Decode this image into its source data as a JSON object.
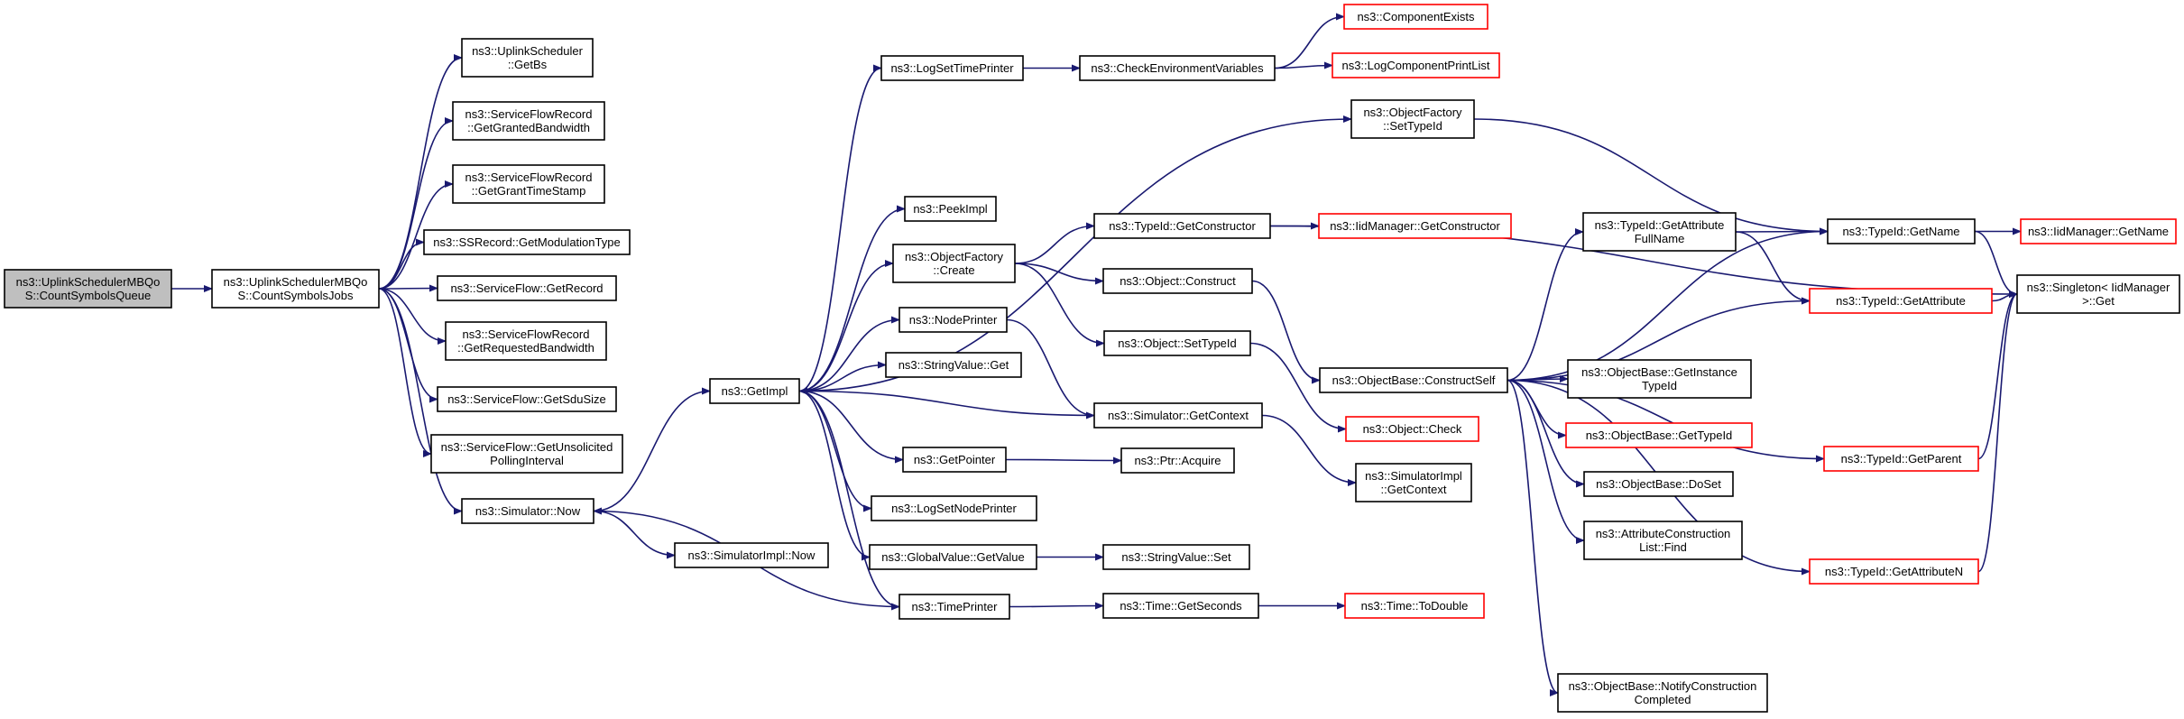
{
  "colors": {
    "edge": "#191970",
    "root_fill": "#bfbfbf",
    "node_fill": "#ffffff",
    "node_border": "#000000",
    "truncated_border": "#ff0000"
  },
  "nodes": [
    {
      "id": "root",
      "lines": [
        "ns3::UplinkSchedulerMBQo",
        "S::CountSymbolsQueue"
      ],
      "kind": "root"
    },
    {
      "id": "csj",
      "lines": [
        "ns3::UplinkSchedulerMBQo",
        "S::CountSymbolsJobs"
      ],
      "kind": "normal"
    },
    {
      "id": "getbs",
      "lines": [
        "ns3::UplinkScheduler",
        "::GetBs"
      ],
      "kind": "normal"
    },
    {
      "id": "ggbw",
      "lines": [
        "ns3::ServiceFlowRecord",
        "::GetGrantedBandwidth"
      ],
      "kind": "normal"
    },
    {
      "id": "ggts",
      "lines": [
        "ns3::ServiceFlowRecord",
        "::GetGrantTimeStamp"
      ],
      "kind": "normal"
    },
    {
      "id": "ssmod",
      "lines": [
        "ns3::SSRecord::GetModulationType"
      ],
      "kind": "normal"
    },
    {
      "id": "sfrec",
      "lines": [
        "ns3::ServiceFlow::GetRecord"
      ],
      "kind": "normal"
    },
    {
      "id": "grbw",
      "lines": [
        "ns3::ServiceFlowRecord",
        "::GetRequestedBandwidth"
      ],
      "kind": "normal"
    },
    {
      "id": "sdu",
      "lines": [
        "ns3::ServiceFlow::GetSduSize"
      ],
      "kind": "normal"
    },
    {
      "id": "upi",
      "lines": [
        "ns3::ServiceFlow::GetUnsolicited",
        "PollingInterval"
      ],
      "kind": "normal"
    },
    {
      "id": "simnow",
      "lines": [
        "ns3::Simulator::Now"
      ],
      "kind": "normal"
    },
    {
      "id": "getimpl",
      "lines": [
        "ns3::GetImpl"
      ],
      "kind": "normal"
    },
    {
      "id": "simimplnow",
      "lines": [
        "ns3::SimulatorImpl::Now"
      ],
      "kind": "normal"
    },
    {
      "id": "logtp",
      "lines": [
        "ns3::LogSetTimePrinter"
      ],
      "kind": "normal"
    },
    {
      "id": "peek",
      "lines": [
        "ns3::PeekImpl"
      ],
      "kind": "normal"
    },
    {
      "id": "ofcreate",
      "lines": [
        "ns3::ObjectFactory",
        "::Create"
      ],
      "kind": "normal"
    },
    {
      "id": "nodeprinter",
      "lines": [
        "ns3::NodePrinter"
      ],
      "kind": "normal"
    },
    {
      "id": "svget",
      "lines": [
        "ns3::StringValue::Get"
      ],
      "kind": "normal"
    },
    {
      "id": "getptr",
      "lines": [
        "ns3::GetPointer"
      ],
      "kind": "normal"
    },
    {
      "id": "lognp",
      "lines": [
        "ns3::LogSetNodePrinter"
      ],
      "kind": "normal"
    },
    {
      "id": "gvget",
      "lines": [
        "ns3::GlobalValue::GetValue"
      ],
      "kind": "normal"
    },
    {
      "id": "timeprinter",
      "lines": [
        "ns3::TimePrinter"
      ],
      "kind": "normal"
    },
    {
      "id": "checkenv",
      "lines": [
        "ns3::CheckEnvironmentVariables"
      ],
      "kind": "normal"
    },
    {
      "id": "compexists",
      "lines": [
        "ns3::ComponentExists"
      ],
      "kind": "truncated"
    },
    {
      "id": "logcpl",
      "lines": [
        "ns3::LogComponentPrintList"
      ],
      "kind": "truncated"
    },
    {
      "id": "ofsettid",
      "lines": [
        "ns3::ObjectFactory",
        "::SetTypeId"
      ],
      "kind": "normal"
    },
    {
      "id": "tidgetctor",
      "lines": [
        "ns3::TypeId::GetConstructor"
      ],
      "kind": "normal"
    },
    {
      "id": "iidgetctor",
      "lines": [
        "ns3::IidManager::GetConstructor"
      ],
      "kind": "truncated"
    },
    {
      "id": "objconstruct",
      "lines": [
        "ns3::Object::Construct"
      ],
      "kind": "normal"
    },
    {
      "id": "objsettid",
      "lines": [
        "ns3::Object::SetTypeId"
      ],
      "kind": "normal"
    },
    {
      "id": "simgetctx",
      "lines": [
        "ns3::Simulator::GetContext"
      ],
      "kind": "normal"
    },
    {
      "id": "ptracq",
      "lines": [
        "ns3::Ptr::Acquire"
      ],
      "kind": "normal"
    },
    {
      "id": "svset",
      "lines": [
        "ns3::StringValue::Set"
      ],
      "kind": "normal"
    },
    {
      "id": "timegetsec",
      "lines": [
        "ns3::Time::GetSeconds"
      ],
      "kind": "normal"
    },
    {
      "id": "timetodouble",
      "lines": [
        "ns3::Time::ToDouble"
      ],
      "kind": "truncated"
    },
    {
      "id": "obcs",
      "lines": [
        "ns3::ObjectBase::ConstructSelf"
      ],
      "kind": "normal"
    },
    {
      "id": "objcheck",
      "lines": [
        "ns3::Object::Check"
      ],
      "kind": "truncated"
    },
    {
      "id": "simimplctx",
      "lines": [
        "ns3::SimulatorImpl",
        "::GetContext"
      ],
      "kind": "normal"
    },
    {
      "id": "tidgafn",
      "lines": [
        "ns3::TypeId::GetAttribute",
        "FullName"
      ],
      "kind": "normal"
    },
    {
      "id": "obgit",
      "lines": [
        "ns3::ObjectBase::GetInstance",
        "TypeId"
      ],
      "kind": "normal"
    },
    {
      "id": "obgettid",
      "lines": [
        "ns3::ObjectBase::GetTypeId"
      ],
      "kind": "truncated"
    },
    {
      "id": "obdoset",
      "lines": [
        "ns3::ObjectBase::DoSet"
      ],
      "kind": "normal"
    },
    {
      "id": "aclfind",
      "lines": [
        "ns3::AttributeConstruction",
        "List::Find"
      ],
      "kind": "normal"
    },
    {
      "id": "obnotify",
      "lines": [
        "ns3::ObjectBase::NotifyConstruction",
        "Completed"
      ],
      "kind": "normal"
    },
    {
      "id": "tidgetname",
      "lines": [
        "ns3::TypeId::GetName"
      ],
      "kind": "normal"
    },
    {
      "id": "tidgetattr",
      "lines": [
        "ns3::TypeId::GetAttribute"
      ],
      "kind": "truncated"
    },
    {
      "id": "tidgetparent",
      "lines": [
        "ns3::TypeId::GetParent"
      ],
      "kind": "truncated"
    },
    {
      "id": "tidgetattrn",
      "lines": [
        "ns3::TypeId::GetAttributeN"
      ],
      "kind": "truncated"
    },
    {
      "id": "iidgetname",
      "lines": [
        "ns3::IidManager::GetName"
      ],
      "kind": "truncated"
    },
    {
      "id": "singleton",
      "lines": [
        "ns3::Singleton< IidManager",
        ">::Get"
      ],
      "kind": "normal"
    }
  ],
  "edges": [
    [
      "root",
      "csj"
    ],
    [
      "csj",
      "getbs"
    ],
    [
      "csj",
      "ggbw"
    ],
    [
      "csj",
      "ggts"
    ],
    [
      "csj",
      "ssmod"
    ],
    [
      "csj",
      "sfrec"
    ],
    [
      "csj",
      "grbw"
    ],
    [
      "csj",
      "sdu"
    ],
    [
      "csj",
      "upi"
    ],
    [
      "csj",
      "simnow"
    ],
    [
      "simnow",
      "getimpl"
    ],
    [
      "simnow",
      "simimplnow"
    ],
    [
      "getimpl",
      "logtp"
    ],
    [
      "getimpl",
      "peek"
    ],
    [
      "getimpl",
      "ofcreate"
    ],
    [
      "getimpl",
      "nodeprinter"
    ],
    [
      "getimpl",
      "svget"
    ],
    [
      "getimpl",
      "getptr"
    ],
    [
      "getimpl",
      "lognp"
    ],
    [
      "getimpl",
      "gvget"
    ],
    [
      "getimpl",
      "timeprinter"
    ],
    [
      "getimpl",
      "ofsettid"
    ],
    [
      "logtp",
      "checkenv"
    ],
    [
      "checkenv",
      "compexists"
    ],
    [
      "checkenv",
      "logcpl"
    ],
    [
      "ofcreate",
      "tidgetctor"
    ],
    [
      "ofcreate",
      "objconstruct"
    ],
    [
      "ofcreate",
      "objsettid"
    ],
    [
      "tidgetctor",
      "iidgetctor"
    ],
    [
      "tidgetctor",
      "singleton"
    ],
    [
      "nodeprinter",
      "simgetctx"
    ],
    [
      "simgetctx",
      "getimpl"
    ],
    [
      "simgetctx",
      "simimplctx"
    ],
    [
      "getptr",
      "ptracq"
    ],
    [
      "gvget",
      "svset"
    ],
    [
      "timeprinter",
      "simnow"
    ],
    [
      "timeprinter",
      "timegetsec"
    ],
    [
      "timegetsec",
      "timetodouble"
    ],
    [
      "objconstruct",
      "obcs"
    ],
    [
      "objsettid",
      "objcheck"
    ],
    [
      "ofsettid",
      "tidgetname"
    ],
    [
      "obcs",
      "tidgafn"
    ],
    [
      "obcs",
      "obgit"
    ],
    [
      "obcs",
      "obgettid"
    ],
    [
      "obcs",
      "obdoset"
    ],
    [
      "obcs",
      "aclfind"
    ],
    [
      "obcs",
      "obnotify"
    ],
    [
      "obcs",
      "tidgetname"
    ],
    [
      "obcs",
      "tidgetattr"
    ],
    [
      "obcs",
      "tidgetparent"
    ],
    [
      "obcs",
      "tidgetattrn"
    ],
    [
      "tidgafn",
      "tidgetname"
    ],
    [
      "tidgafn",
      "tidgetattr"
    ],
    [
      "tidgetname",
      "iidgetname"
    ],
    [
      "tidgetname",
      "singleton"
    ],
    [
      "tidgetattr",
      "singleton"
    ],
    [
      "tidgetparent",
      "singleton"
    ],
    [
      "tidgetattrn",
      "singleton"
    ]
  ]
}
